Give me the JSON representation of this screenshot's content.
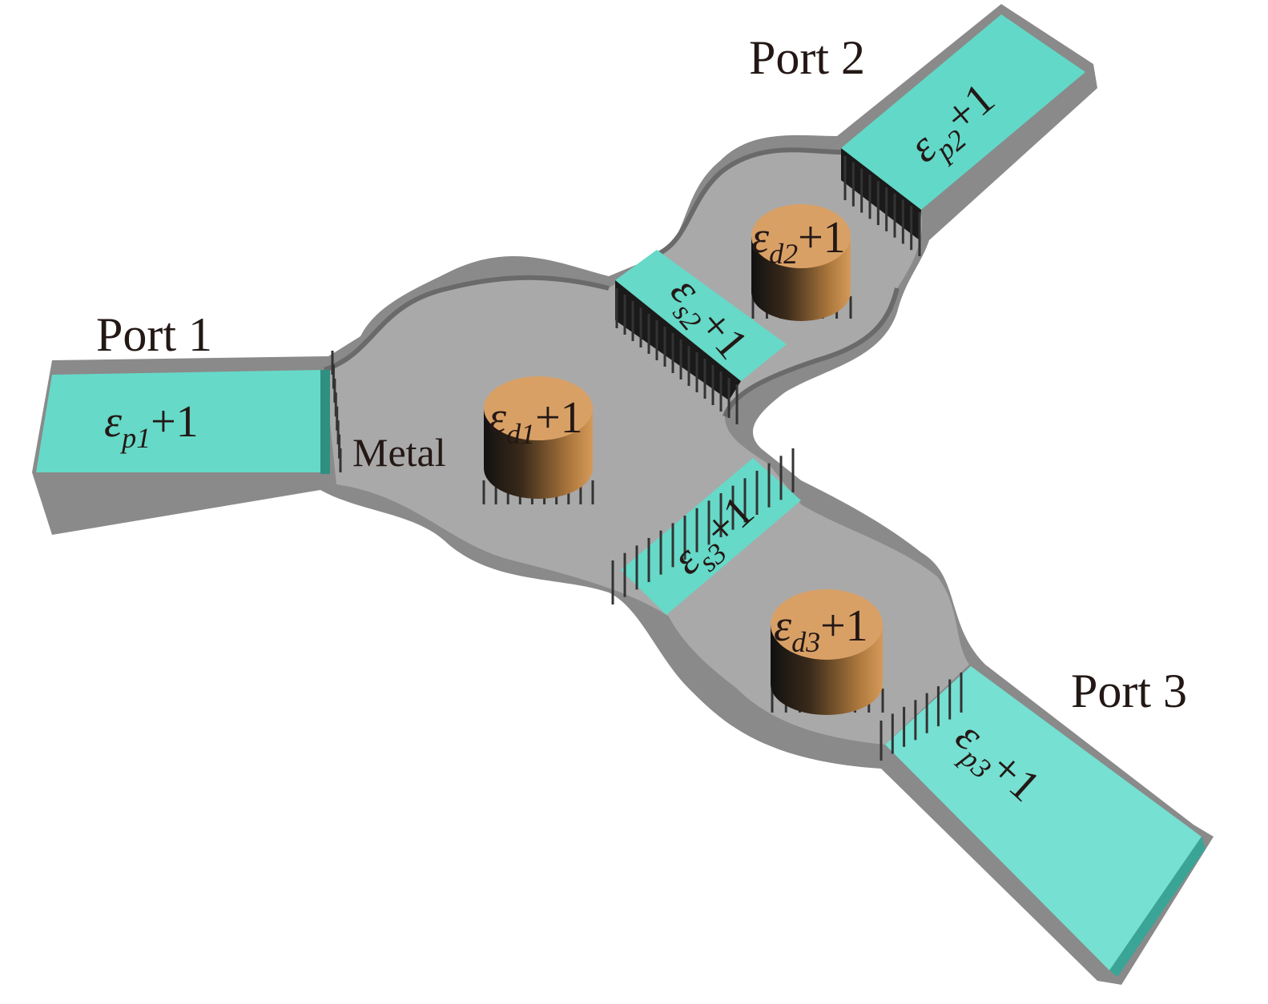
{
  "colors": {
    "dielectric": "#66d9c8",
    "metal": "#a6a6a6",
    "metal_dark": "#7d7d7d",
    "resonator": "#d9a066",
    "text": "#231815"
  },
  "ports": [
    {
      "label": "Port 1"
    },
    {
      "label": "Port 2"
    },
    {
      "label": "Port 3"
    }
  ],
  "metal_label": "Metal",
  "permittivity_labels": {
    "p1": {
      "symbol": "ε",
      "sub": "p1",
      "suffix": "+1"
    },
    "p2": {
      "symbol": "ε",
      "sub": "p2",
      "suffix": "+1"
    },
    "p3": {
      "symbol": "ε",
      "sub": "p3",
      "suffix": "+1"
    },
    "d1": {
      "symbol": "ε",
      "sub": "d1",
      "suffix": "+1"
    },
    "d2": {
      "symbol": "ε",
      "sub": "d2",
      "suffix": "+1"
    },
    "d3": {
      "symbol": "ε",
      "sub": "d3",
      "suffix": "+1"
    },
    "s2": {
      "symbol": "ε",
      "sub": "s2",
      "suffix": "+1"
    },
    "s3": {
      "symbol": "ε",
      "sub": "s3",
      "suffix": "+1"
    }
  }
}
